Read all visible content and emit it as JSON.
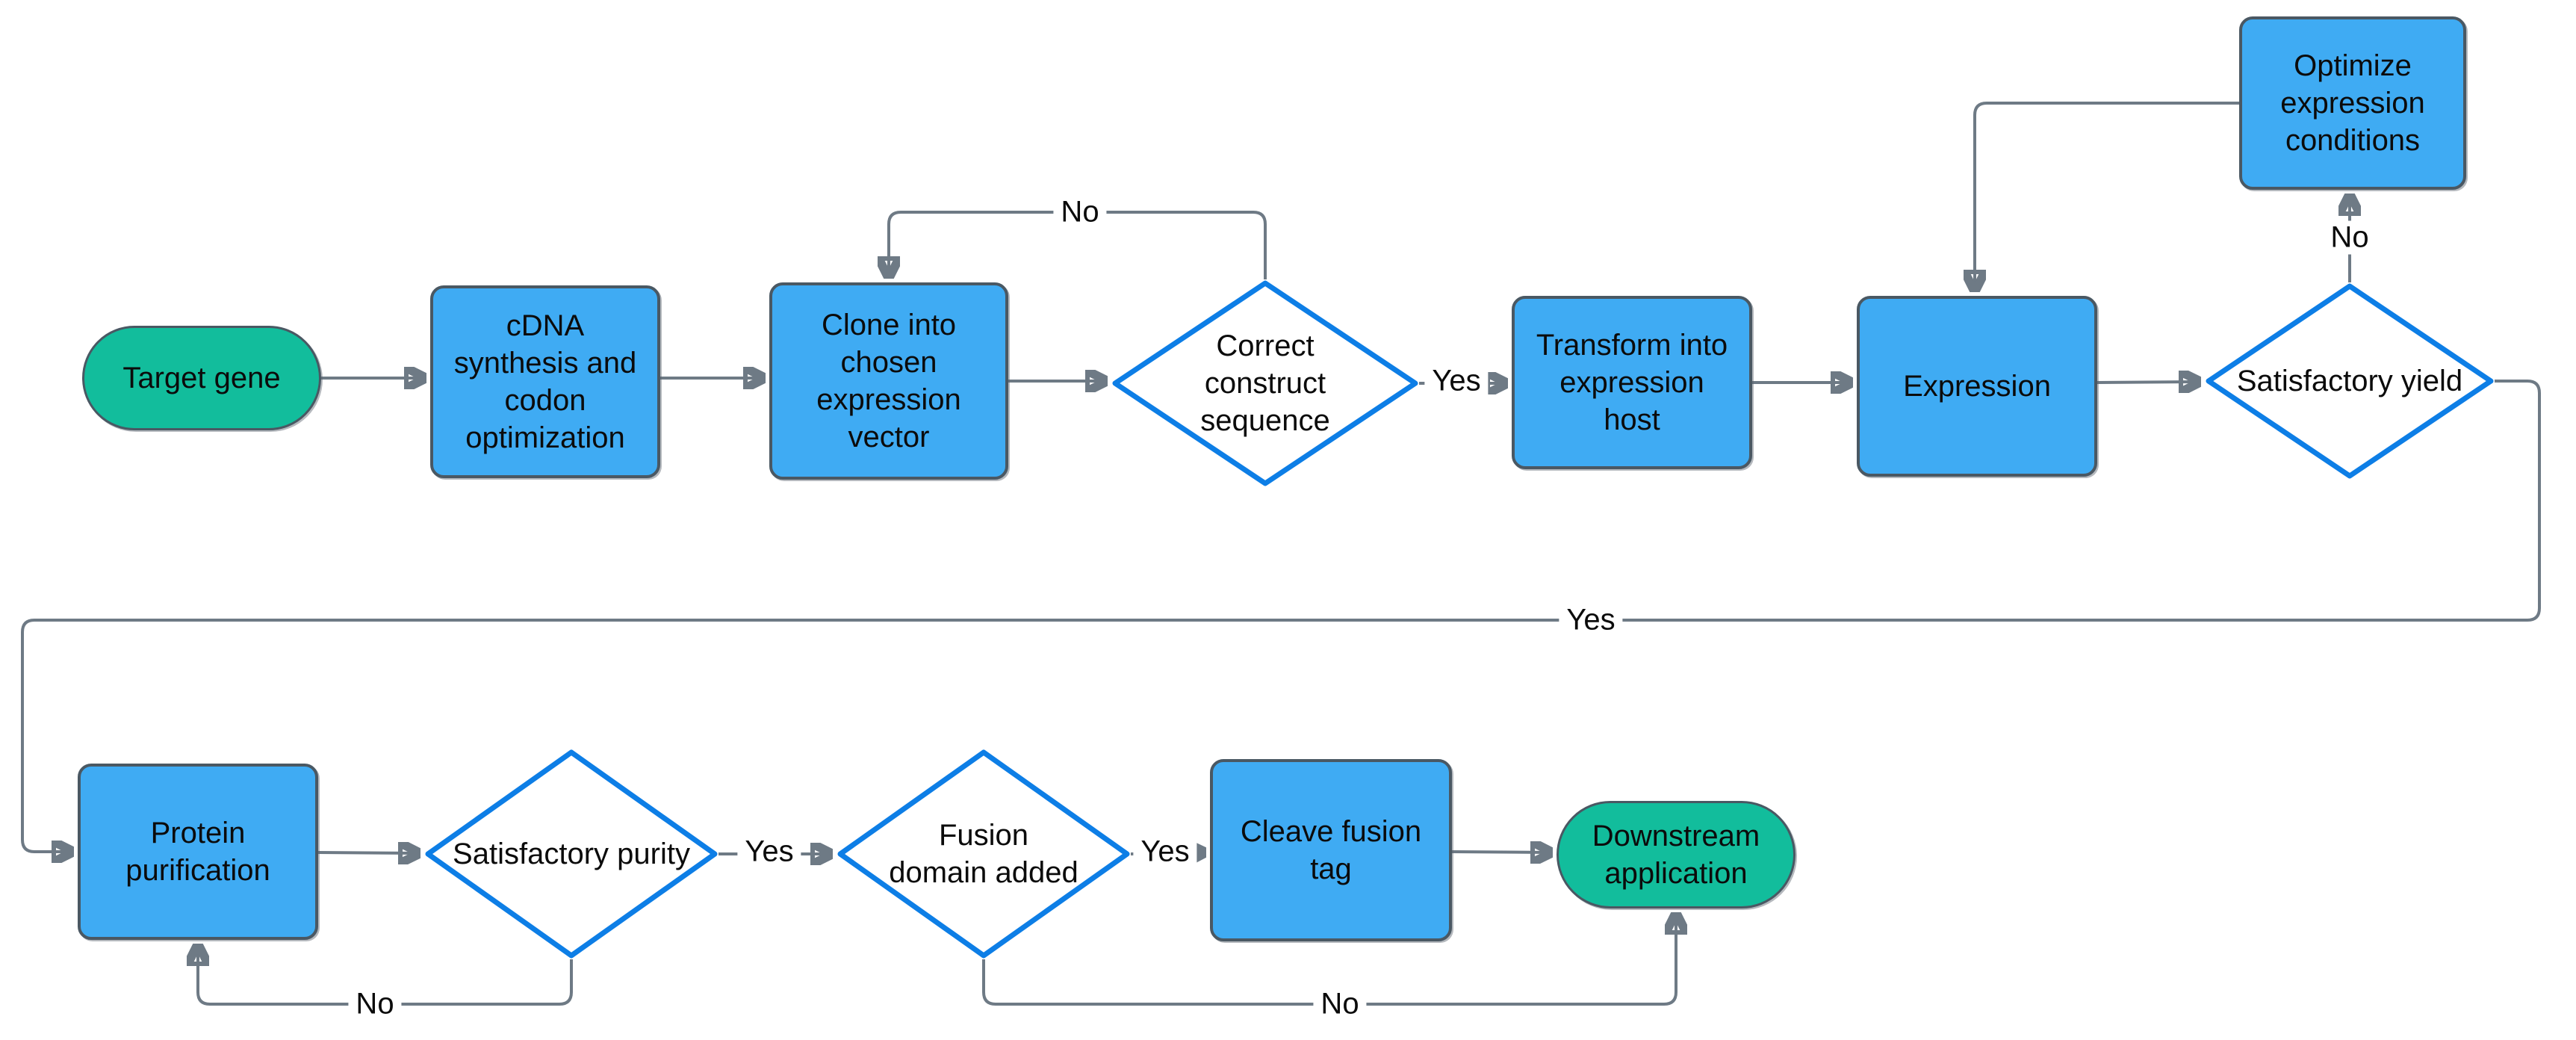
{
  "diagram": {
    "title": "Protein expression workflow flowchart",
    "nodes": {
      "target_gene": {
        "label": "Target gene",
        "type": "terminator"
      },
      "cdna": {
        "label": "cDNA\nsynthesis and\ncodon\noptimization",
        "type": "process"
      },
      "clone_vector": {
        "label": "Clone into\nchosen\nexpression\nvector",
        "type": "process"
      },
      "correct_sequence": {
        "label": "Correct\nconstruct\nsequence",
        "type": "decision"
      },
      "transform_host": {
        "label": "Transform into\nexpression\nhost",
        "type": "process"
      },
      "expression": {
        "label": "Expression",
        "type": "process"
      },
      "satisfactory_yield": {
        "label": "Satisfactory yield",
        "type": "decision"
      },
      "optimize_conditions": {
        "label": "Optimize\nexpression\nconditions",
        "type": "process"
      },
      "protein_purification": {
        "label": "Protein\npurification",
        "type": "process"
      },
      "satisfactory_purity": {
        "label": "Satisfactory purity",
        "type": "decision"
      },
      "fusion_domain": {
        "label": "Fusion\ndomain added",
        "type": "decision"
      },
      "cleave_tag": {
        "label": "Cleave fusion\ntag",
        "type": "process"
      },
      "downstream": {
        "label": "Downstream\napplication",
        "type": "terminator"
      }
    },
    "edge_labels": {
      "no_construct": "No",
      "yes_construct": "Yes",
      "no_yield": "No",
      "yes_yield": "Yes",
      "yes_purity": "Yes",
      "no_purity": "No",
      "yes_fusion": "Yes",
      "no_fusion": "No"
    },
    "colors": {
      "process_fill": "#3fabf3",
      "terminator_fill": "#12bd9c",
      "decision_fill": "#ffffff",
      "decision_border": "#0d7ee6",
      "node_border": "#4a5863",
      "connector": "#6e7a85",
      "arrowhead": "#3f4b55",
      "text": "#0b0b0b",
      "background": "#ffffff"
    }
  }
}
